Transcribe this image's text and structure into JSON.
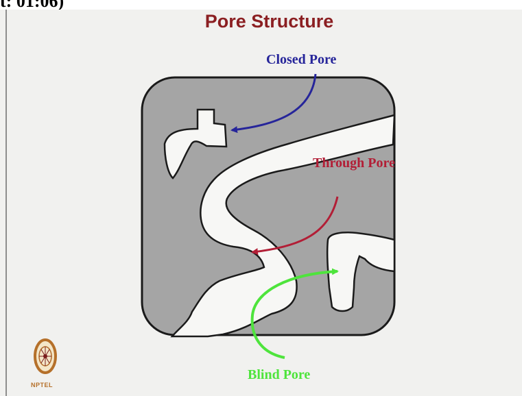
{
  "header": {
    "timestamp": "t: 01:06)"
  },
  "slide": {
    "title": "Pore Structure"
  },
  "labels": {
    "closed_pore": "Closed Pore",
    "through_pore": "Through Pore",
    "blind_pore": "Blind Pore"
  },
  "logo": {
    "text": "NPTEL"
  },
  "colors": {
    "title": "#8b1f22",
    "closed_pore": "#26259a",
    "through_pore": "#b21e36",
    "blind_pore": "#4ee43c",
    "solid": "#a5a5a5",
    "pore": "#f7f7f5"
  }
}
